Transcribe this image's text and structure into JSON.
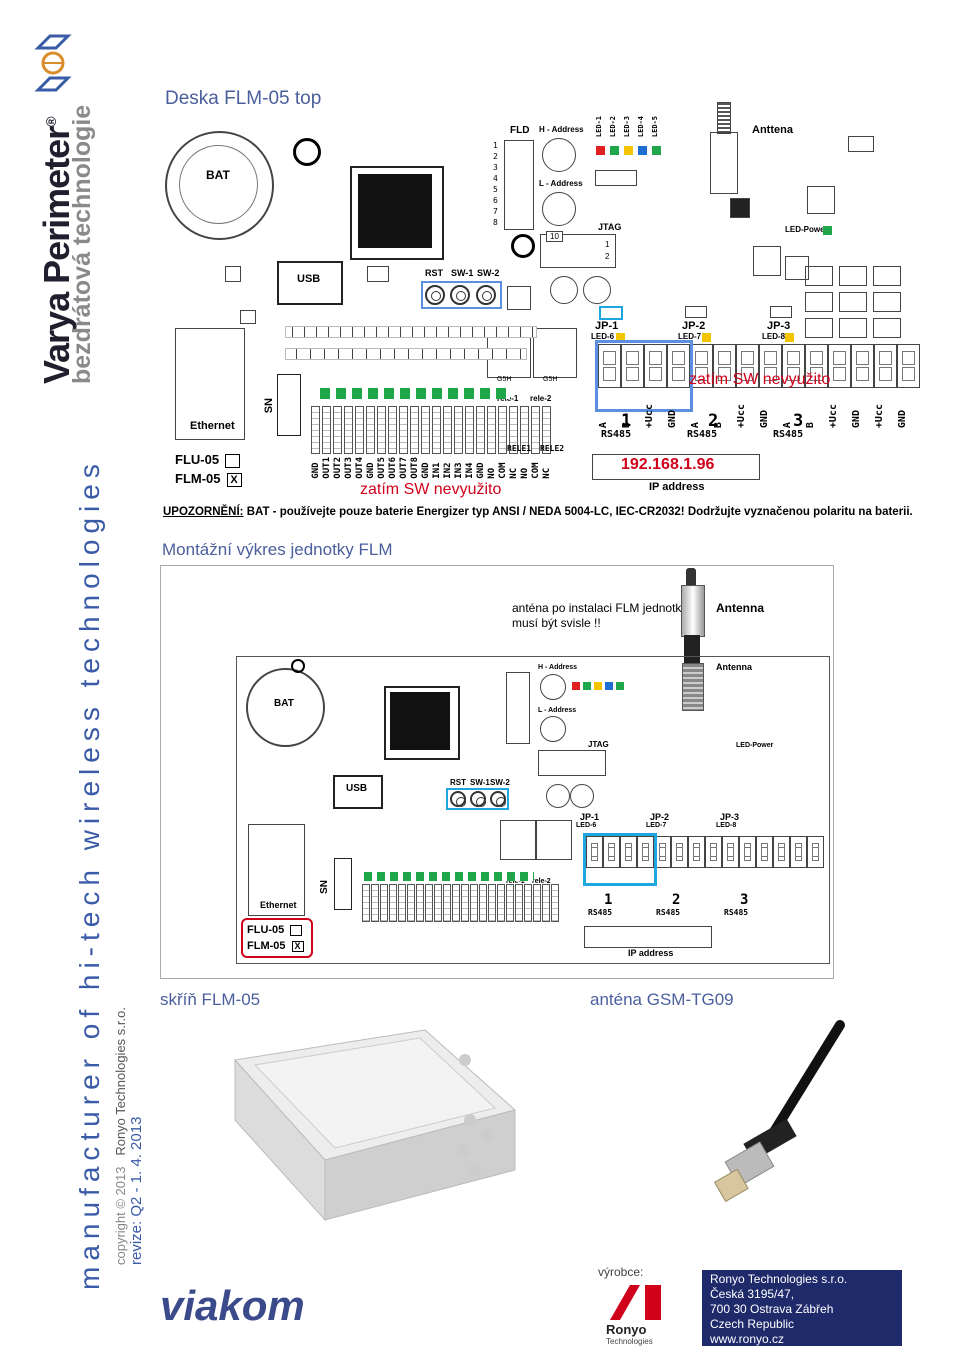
{
  "brand": {
    "name": "Varya Perimeter",
    "registered": "®",
    "subtitle": "bezdrátová technologie",
    "tagline": "manufacturer of hi-tech wireless technologies",
    "copyright": "copyright © 2013",
    "company": "Ronyo Technologies s.r.o.",
    "revision": "revize: Q2 - 1. 4. 2013",
    "logo_icon": "varya-logo-icon"
  },
  "top_board": {
    "title": "Deska FLM-05 top",
    "bat": "BAT",
    "usb": "USB",
    "ethernet": "Ethernet",
    "sn": "SN",
    "fld": "FLD",
    "h_address": "H - Address",
    "l_address": "L - Address",
    "jtag": "JTAG",
    "jtag_pins": [
      "1",
      "2"
    ],
    "pin10": "10",
    "header_nums": [
      "8",
      "7",
      "6",
      "5",
      "4",
      "3",
      "2",
      "1"
    ],
    "leds": [
      "LED-1",
      "LED-2",
      "LED-3",
      "LED-4",
      "LED-5"
    ],
    "antenna": "Anttena",
    "led_power": "LED-Power",
    "buttons": [
      "RST",
      "SW-1",
      "SW-2"
    ],
    "relays": [
      "rele-1",
      "rele-2"
    ],
    "relay_mark": "G5H",
    "jumpers": [
      "JP-1",
      "JP-2",
      "JP-3"
    ],
    "jumper_leds": [
      "LED-6",
      "LED-7",
      "LED-8"
    ],
    "not_used_right": "zatím SW nevyužito",
    "not_used_left": "zatím SW nevyužito",
    "terminals_left": [
      "GND",
      "OUT1",
      "OUT2",
      "OUT3",
      "OUT4",
      "GND",
      "OUT5",
      "OUT6",
      "OUT7",
      "OUT8",
      "GND",
      "IN1",
      "IN2",
      "IN3",
      "IN4",
      "GND",
      "NO",
      "COM",
      "NC",
      "NO",
      "COM",
      "NC"
    ],
    "relay_group_labels": [
      "RELE1",
      "RELE2"
    ],
    "terminals_right": [
      "A",
      "B",
      "+Ucc",
      "GND",
      "A",
      "B",
      "+Ucc",
      "GND",
      "A",
      "B",
      "+Ucc",
      "GND",
      "+Ucc",
      "GND"
    ],
    "rs485_numbers": [
      "1",
      "2",
      "3"
    ],
    "rs485": "RS485",
    "flu": "FLU-05",
    "flm": "FLM-05",
    "flm_mark": "X",
    "ip": "192.168.1.96",
    "ip_label": "IP address"
  },
  "warning": {
    "label": "UPOZORNĚNÍ:",
    "text": " BAT - používejte pouze baterie Energizer typ ANSI / NEDA 5004-LC, IEC-CR2032! Dodržujte vyznačenou polaritu na baterii."
  },
  "mounting": {
    "title": "Montážní výkres jednotky FLM",
    "antenna_note_1": "anténa po instalaci FLM jednotky",
    "antenna_note_2": "musí být svisle !!",
    "antenna_label": "Antenna",
    "antenna_label_small": "Antenna",
    "bat": "BAT",
    "usb": "USB",
    "ethernet": "Ethernet",
    "sn": "SN",
    "h_address": "H - Address",
    "l_address": "L - Address",
    "jtag": "JTAG",
    "led_power": "LED-Power",
    "buttons": [
      "RST",
      "SW-1",
      "SW-2"
    ],
    "relays": [
      "rele-1",
      "rele-2"
    ],
    "jumpers": [
      "JP-1",
      "JP-2",
      "JP-3"
    ],
    "jumper_leds": [
      "LED-6",
      "LED-7",
      "LED-8"
    ],
    "flu": "FLU-05",
    "flm": "FLM-05",
    "flm_mark": "X",
    "ip_label": "IP address",
    "rs485": "RS485",
    "rs485_numbers": [
      "1",
      "2",
      "3"
    ]
  },
  "housing": {
    "title": "skříň FLM-05"
  },
  "antenna_gsm": {
    "title": "anténa GSM-TG09"
  },
  "footer": {
    "viakom": "viakom",
    "manufacturer_label": "výrobce:",
    "ronyo_logo": "Ronyo",
    "ronyo_logo_sub": "Technologies",
    "address": [
      "Ronyo Technologies s.r.o.",
      "Česká 3195/47,",
      "700 30  Ostrava Zábřeh",
      "Czech Republic",
      "www.ronyo.cz"
    ]
  },
  "colors": {
    "brand_dark": "#1f1f2e",
    "brand_blue": "#3a5ba8",
    "title_blue": "#4a5f9c",
    "led_red": "#e02020",
    "led_green": "#1fa64a",
    "led_yellow": "#f2c500",
    "led_blue": "#1c6fd1",
    "highlight_red": "#d0021b",
    "address_bg": "#1f2a6b"
  }
}
